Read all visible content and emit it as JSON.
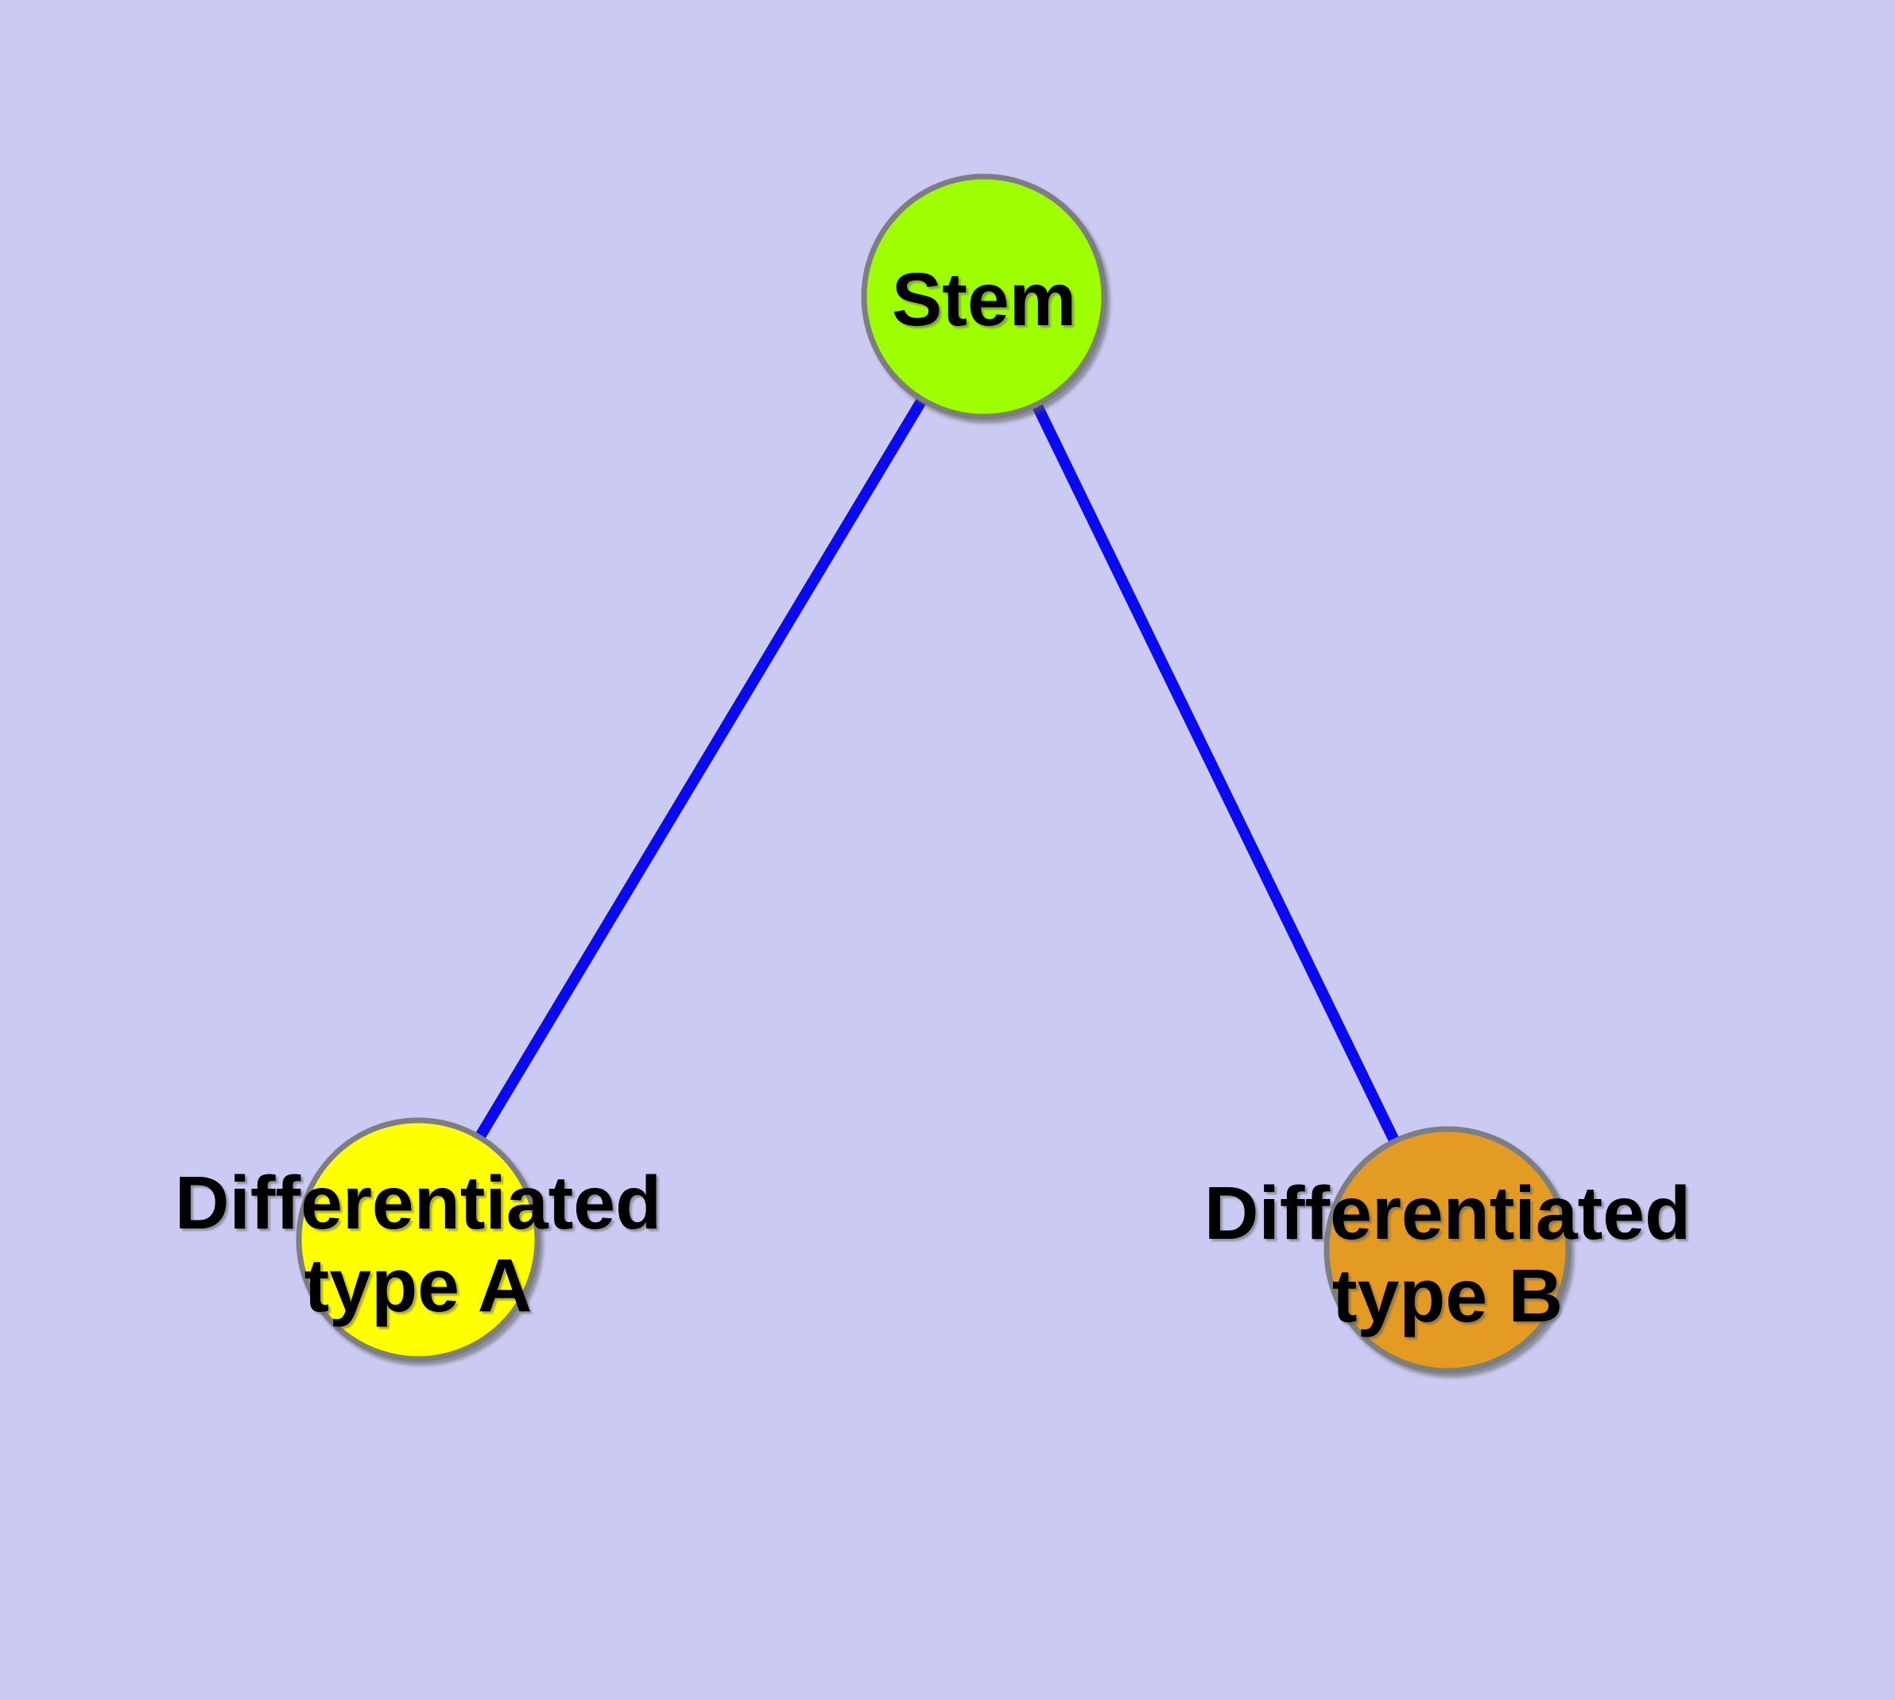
{
  "diagram": {
    "type": "graph",
    "colors": {
      "background": "#CACAF3",
      "edge": "#0A0AF0",
      "node_border": "#7E7E7E",
      "label_text": "#000000"
    },
    "nodes": [
      {
        "id": "stem",
        "label": "Stem",
        "fill": "#9DFF00"
      },
      {
        "id": "type_a",
        "label": "Differentiated type A",
        "label_line1": "Differentiated",
        "label_line2": "type A",
        "fill": "#FFFF00"
      },
      {
        "id": "type_b",
        "label": "Differentiated type B",
        "label_line1": "Differentiated",
        "label_line2": "type B",
        "fill": "#E39B24"
      }
    ],
    "edges": [
      {
        "from": "Stem",
        "to": "Differentiated type A"
      },
      {
        "from": "Stem",
        "to": "Differentiated type B"
      }
    ]
  }
}
